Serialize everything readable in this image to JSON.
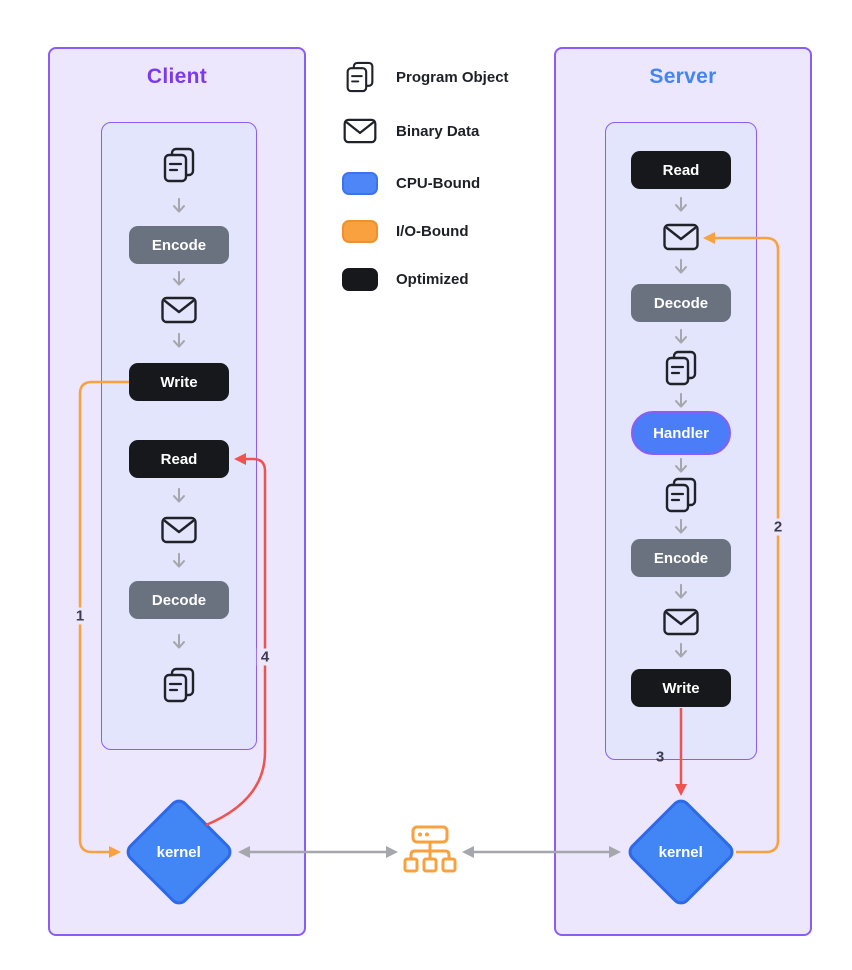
{
  "diagram": {
    "client": {
      "title": "Client",
      "flow": {
        "encode": "Encode",
        "write": "Write",
        "read": "Read",
        "decode": "Decode"
      },
      "kernel": "kernel"
    },
    "server": {
      "title": "Server",
      "flow": {
        "read": "Read",
        "decode": "Decode",
        "handler": "Handler",
        "encode": "Encode",
        "write": "Write"
      },
      "kernel": "kernel"
    },
    "legend": {
      "items": [
        {
          "icon": "program-object-icon",
          "label": "Program Object"
        },
        {
          "icon": "binary-data-icon",
          "label": "Binary Data"
        },
        {
          "icon": "cpu-bound-swatch",
          "label": "CPU-Bound",
          "color": "#4f86f7"
        },
        {
          "icon": "io-bound-swatch",
          "label": "I/O-Bound",
          "color": "#f9a03f"
        },
        {
          "icon": "optimized-swatch",
          "label": "Optimized",
          "color": "#17181c"
        }
      ]
    },
    "step_numbers": {
      "client_write_to_kernel": "1",
      "kernel_to_server_envelope": "2",
      "server_write_to_kernel": "3",
      "kernel_to_client_read": "4"
    },
    "network": {
      "icon": "network-hub-icon"
    },
    "colors": {
      "panel_border": "#8b5cf6",
      "panel_bg": "#ece7fc",
      "inner_bg": "#e2e5fb",
      "client_title": "#7c3aed",
      "server_title": "#4285f4",
      "cpu_bound": "#4f86f7",
      "io_bound_orange": "#f9a03f",
      "optimized_black": "#17181c",
      "gray_step": "#6a7280",
      "red_arrow": "#ef5350",
      "gray_arrow": "#a6a6ad"
    }
  }
}
